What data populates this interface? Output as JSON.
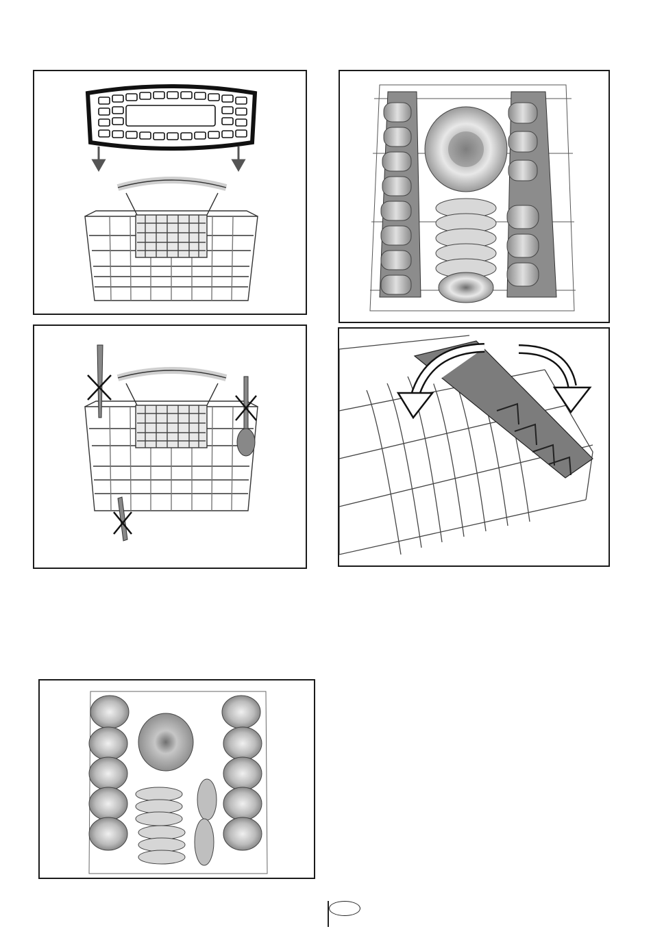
{
  "page": {
    "figures": [
      {
        "id": "fig-cutlery-basket-grid",
        "icon": "cutlery-basket-with-grid-insert"
      },
      {
        "id": "fig-upper-rack-loaded",
        "icon": "upper-rack-with-plates-and-cups"
      },
      {
        "id": "fig-cutlery-placement",
        "icon": "cutlery-basket-wrong-placement"
      },
      {
        "id": "fig-folding-rack",
        "icon": "folding-plate-support-rack"
      },
      {
        "id": "fig-lower-rack-loaded",
        "icon": "lower-rack-with-cups-and-plates"
      }
    ],
    "footer": {
      "page_number": ""
    },
    "colors": {
      "line": "#1a1a1a",
      "fill_gray": "#7a7a7a",
      "light_gray": "#d9d9d9"
    }
  }
}
